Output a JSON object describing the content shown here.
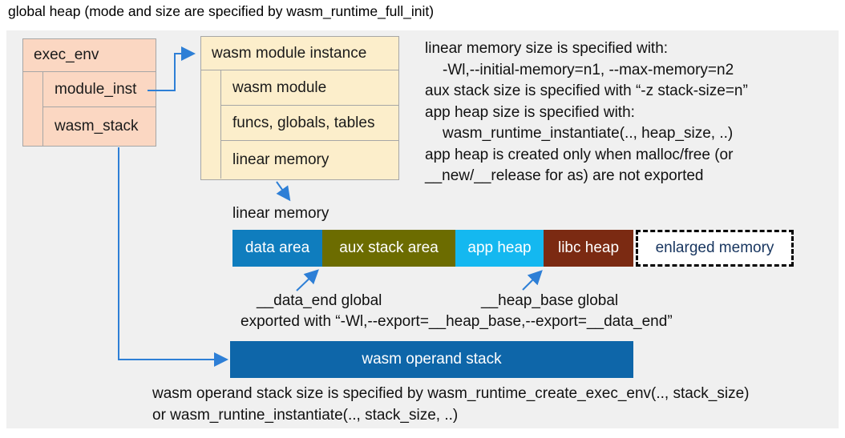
{
  "title": "global heap (mode and size are specified by wasm_runtime_full_init)",
  "exec_env": {
    "header": "exec_env",
    "rows": [
      "module_inst",
      "wasm_stack"
    ]
  },
  "module_instance": {
    "header": "wasm module instance",
    "rows": [
      "wasm module",
      "funcs, globals, tables",
      "linear memory"
    ]
  },
  "notes": {
    "lines": [
      "linear memory size is specified with:",
      "-Wl,--initial-memory=n1, --max-memory=n2",
      "aux stack size is specified with “-z stack-size=n”",
      "app heap size is specified with:",
      "wasm_runtime_instantiate(.., heap_size, ..)",
      "app heap is created only when malloc/free (or",
      "__new/__release for as) are not exported"
    ]
  },
  "linear_memory": {
    "label": "linear memory",
    "segments": [
      {
        "label": "data area",
        "color": "#0F7DBE"
      },
      {
        "label": "aux stack area",
        "color": "#6C6C00"
      },
      {
        "label": "app heap",
        "color": "#14B8F0"
      },
      {
        "label": "libc heap",
        "color": "#7B2A12"
      },
      {
        "label": "enlarged memory",
        "color": "#FFFFFF"
      }
    ],
    "data_end_label": "__data_end global",
    "heap_base_label": "__heap_base global",
    "export_note": "exported with “-Wl,--export=__heap_base,--export=__data_end”"
  },
  "operand_stack": {
    "label": "wasm operand stack",
    "note_line1": "wasm operand stack size is specified by wasm_runtime_create_exec_env(.., stack_size)",
    "note_line2": "or wasm_runtine_instantiate(.., stack_size, ..)"
  },
  "colors": {
    "canvas_bg": "#F0F0F0",
    "pink_box": "#FBD7C2",
    "cream_box": "#FCEECB",
    "box_border": "#A6A6A6",
    "arrow": "#2E7FD6",
    "opstack_bg": "#0E66A9",
    "enlarged_text": "#17355F"
  }
}
